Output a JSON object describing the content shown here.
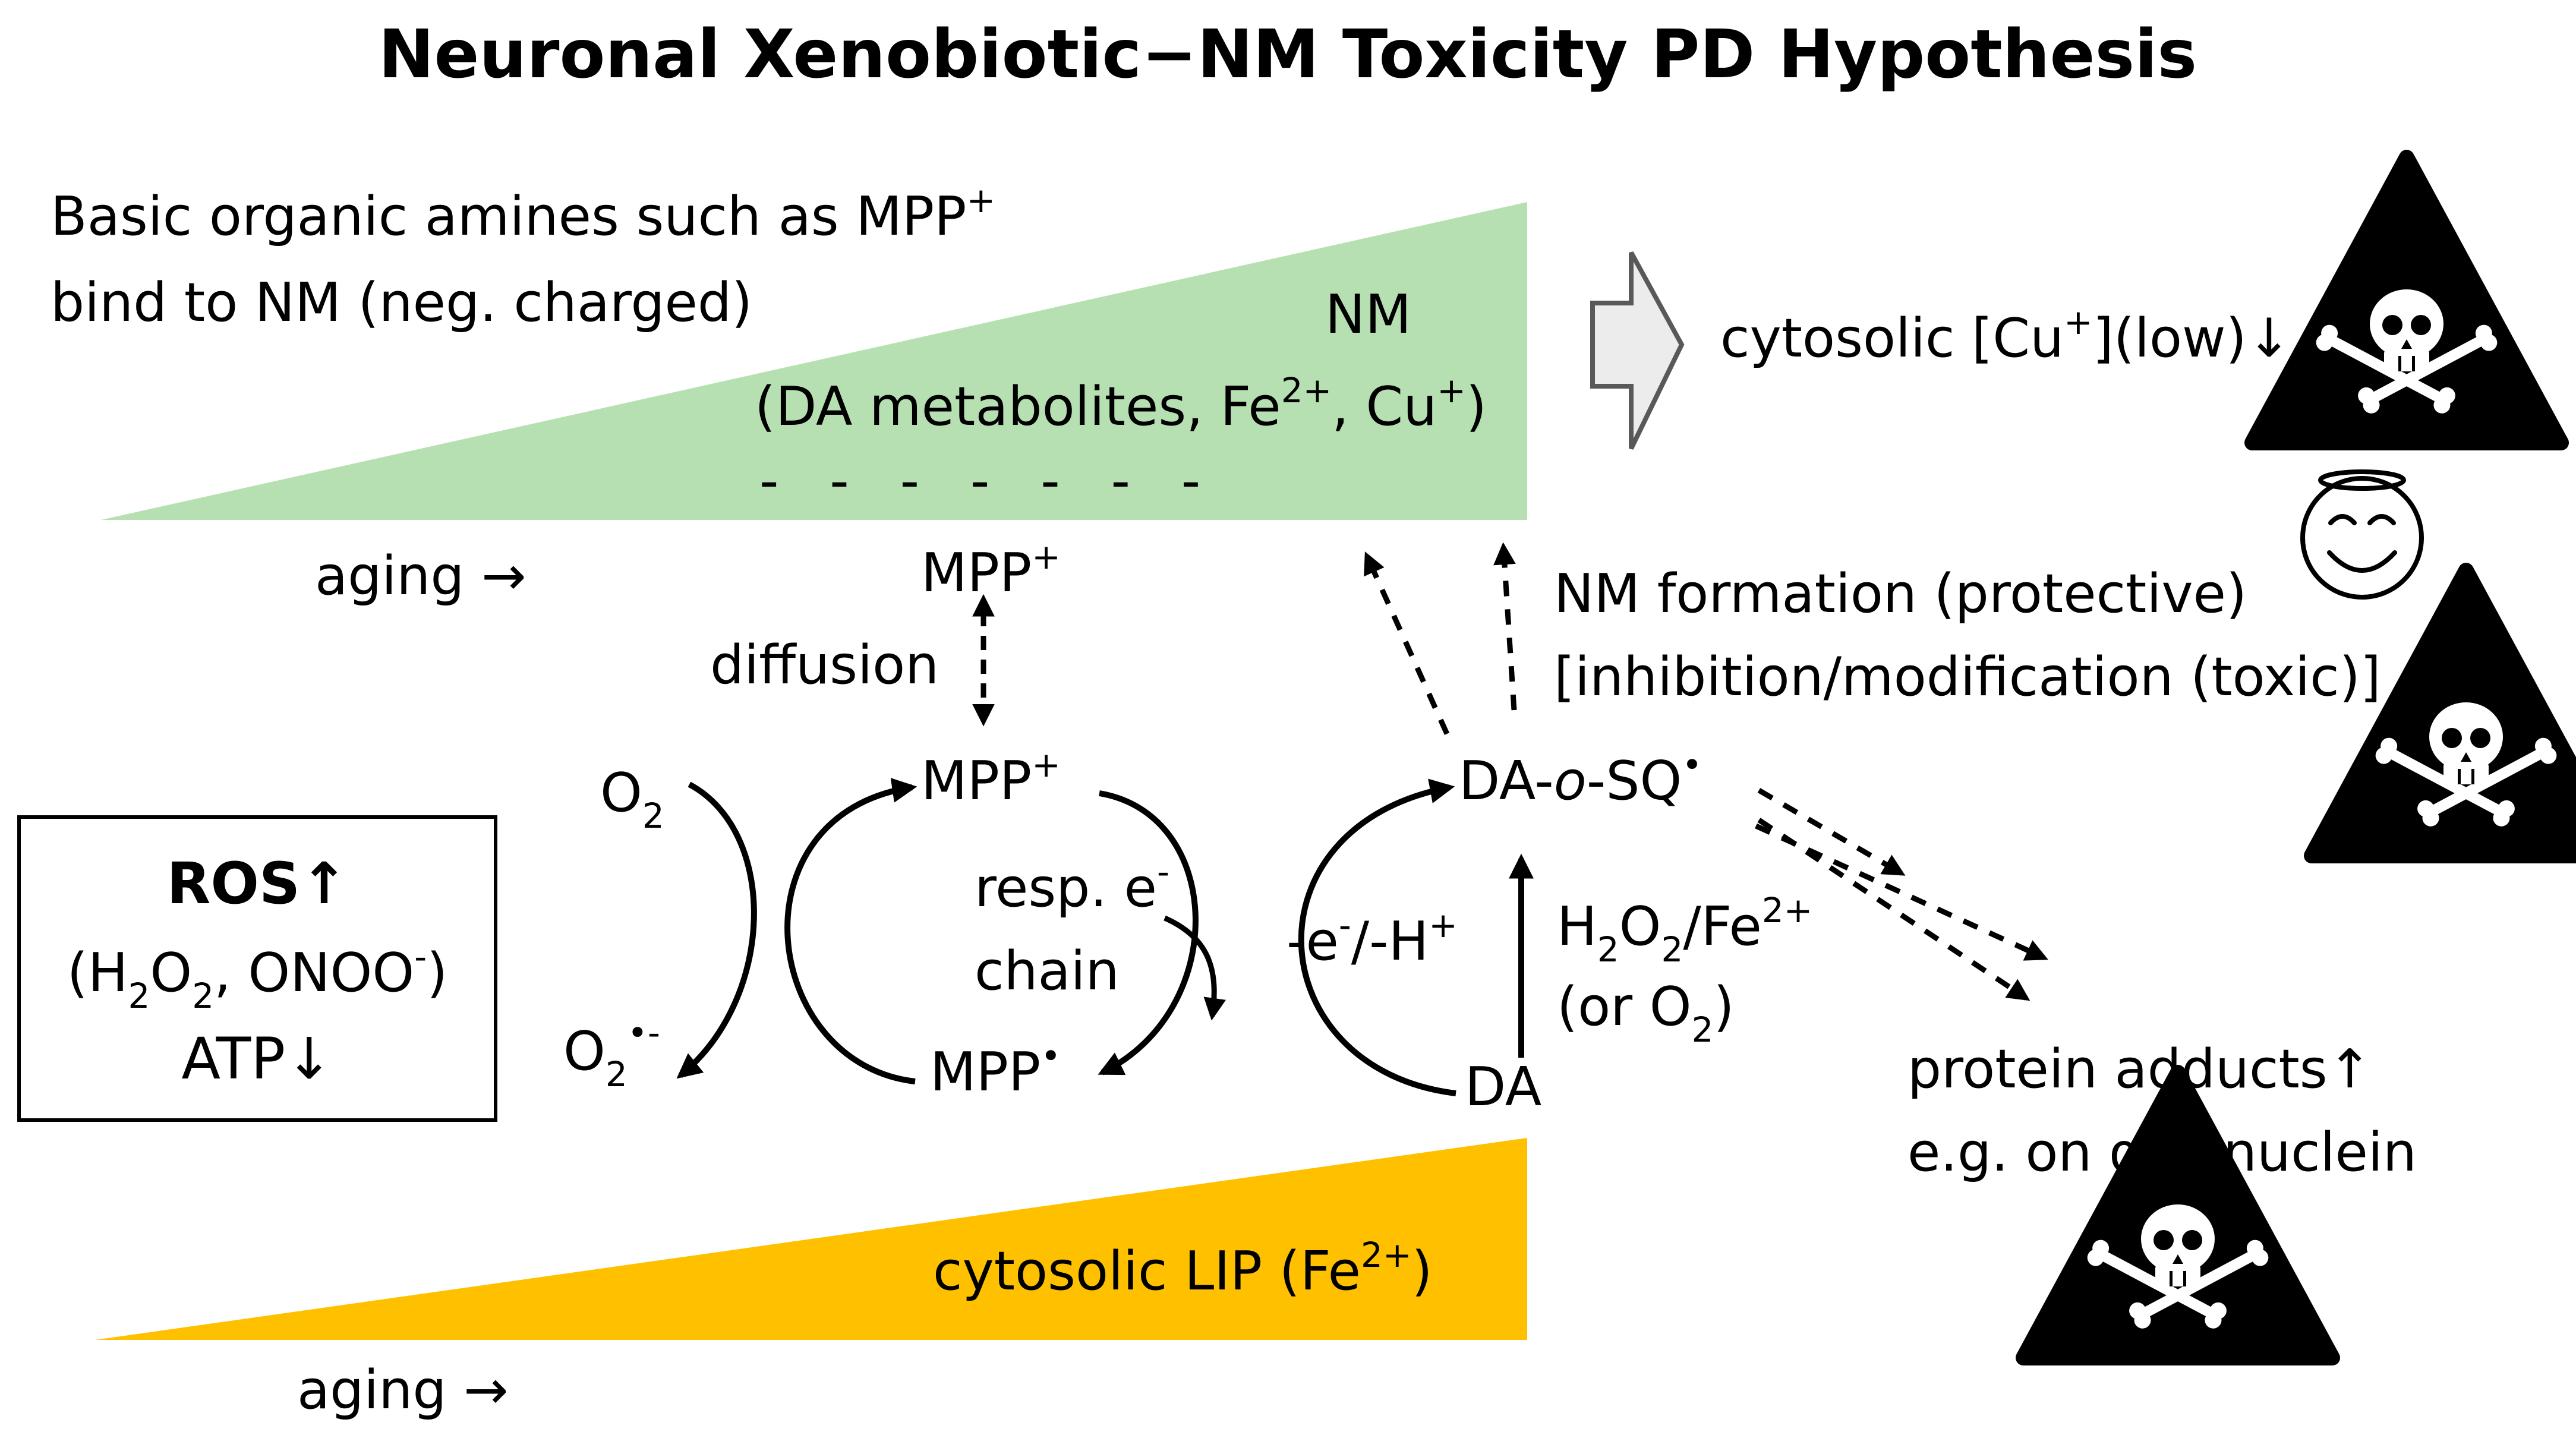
{
  "title": "Neuronal Xenobiotic−NM Toxicity PD Hypothesis",
  "nm_wedge": {
    "intro_line1": "Basic organic amines such as MPP",
    "intro_line1_sup": "+",
    "intro_line2": "bind to NM (neg. charged)",
    "label": "NM",
    "contents_pre": "(DA metabolites, Fe",
    "contents_sup1": "2+",
    "contents_mid": ", Cu",
    "contents_sup2": "+",
    "contents_post": ")",
    "charges": "-   -   -   -   -   -   -",
    "aging": "aging →",
    "color": "#b7e0b2"
  },
  "lip_wedge": {
    "label_pre": "cytosolic LIP (Fe",
    "label_sup": "2+",
    "label_post": ")",
    "aging": "aging →",
    "color": "#ffc000"
  },
  "copper": {
    "pre": "cytosolic [Cu",
    "sup": "+",
    "post": "](low)↓"
  },
  "mpp_cycle": {
    "top": "MPP",
    "top_sup": "+",
    "diffusion": "diffusion",
    "mid": "MPP",
    "mid_sup": "+",
    "chain_line1": "resp. e",
    "chain_line1_sup": "-",
    "chain_line2": "chain",
    "bottom": "MPP",
    "bottom_sup": "•"
  },
  "oxygen": {
    "o2": "O",
    "o2_sub": "2",
    "superoxide": "O",
    "superoxide_sub": "2",
    "superoxide_sup": "•-"
  },
  "ros_box": {
    "ros": "ROS↑",
    "line2_a": "(H",
    "line2_sub1": "2",
    "line2_b": "O",
    "line2_sub2": "2",
    "line2_c": ", ONOO",
    "line2_sup": "-",
    "line2_d": ")",
    "atp": "ATP↓"
  },
  "da_cycle": {
    "sq_a": "DA-",
    "sq_italic": "o",
    "sq_b": "-SQ",
    "sq_sup": "•",
    "electron_a": "-e",
    "electron_sup1": "-",
    "electron_b": "/-H",
    "electron_sup2": "+",
    "oxidant_a": "H",
    "oxidant_sub1": "2",
    "oxidant_b": "O",
    "oxidant_sub2": "2",
    "oxidant_c": "/Fe",
    "oxidant_sup": "2+",
    "alt_a": "(or O",
    "alt_sub": "2",
    "alt_b": ")",
    "da": "DA"
  },
  "nm_formation": {
    "line1": "NM formation (protective)",
    "line2": "[inhibition/modification (toxic)]"
  },
  "adducts": {
    "line1": "protein adducts↑",
    "line2": "e.g. on α-synuclein"
  },
  "icons": [
    "skull-crossbones-warning-icon",
    "smiling-angel-face-icon"
  ]
}
